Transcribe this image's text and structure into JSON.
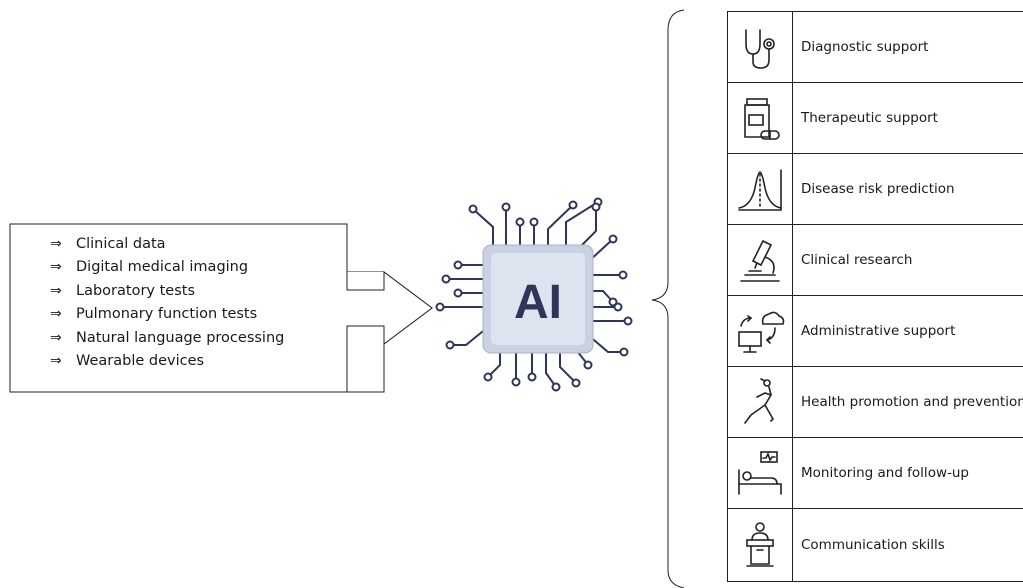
{
  "inputs": [
    {
      "symbol": "⇒",
      "label": "Clinical data"
    },
    {
      "symbol": "⇒",
      "label": "Digital medical imaging"
    },
    {
      "symbol": "⇒",
      "label": "Laboratory tests"
    },
    {
      "symbol": "⇒",
      "label": "Pulmonary function tests"
    },
    {
      "symbol": "⇒",
      "label": "Natural language processing"
    },
    {
      "symbol": "⇒",
      "label": "Wearable devices"
    }
  ],
  "ai_chip": {
    "label": "AI",
    "color": "#2e3558",
    "chip_color": "#cfd6e6"
  },
  "outcomes": [
    {
      "icon": "stethoscope-icon",
      "label": "Diagnostic support"
    },
    {
      "icon": "pill-bottle-icon",
      "label": "Therapeutic support"
    },
    {
      "icon": "bell-curve-icon",
      "label": "Disease risk prediction"
    },
    {
      "icon": "microscope-icon",
      "label": "Clinical research"
    },
    {
      "icon": "cloud-computer-icon",
      "label": "Administrative support"
    },
    {
      "icon": "exercise-person-icon",
      "label": "Health promotion and prevention"
    },
    {
      "icon": "hospital-bed-monitor-icon",
      "label": "Monitoring and follow-up"
    },
    {
      "icon": "speaker-podium-icon",
      "label": "Communication skills"
    }
  ]
}
